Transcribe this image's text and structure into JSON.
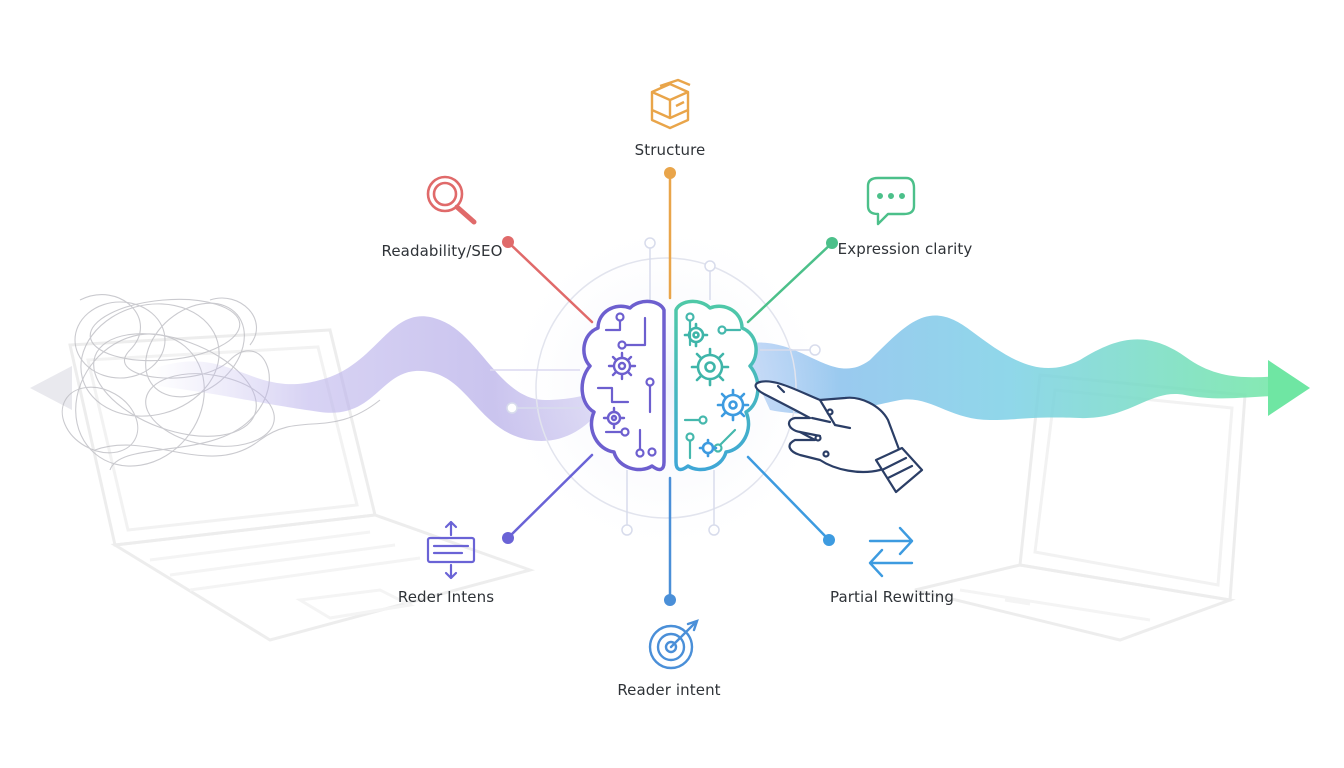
{
  "diagram": {
    "center": {
      "icon": "brain-with-gears-icon",
      "accent_left": "#6d5fcf",
      "accent_right": "#4fb8a8"
    },
    "nodes": [
      {
        "id": "structure",
        "label": "Structure",
        "icon": "boxes-icon",
        "color": "#e9a54a"
      },
      {
        "id": "readability",
        "label": "Readability/SEO",
        "icon": "magnifier-icon",
        "color": "#e06a6a"
      },
      {
        "id": "expression",
        "label": "Expression clarity",
        "icon": "chat-bubble-icon",
        "color": "#4cc08a"
      },
      {
        "id": "reader-intents",
        "label": "Reder Intens",
        "icon": "document-arrows-icon",
        "color": "#6a63d6"
      },
      {
        "id": "partial-rewriting",
        "label": "Partial Rewitting",
        "icon": "swap-arrows-icon",
        "color": "#3d9be0"
      },
      {
        "id": "reader-intent",
        "label": "Reader intent",
        "icon": "target-icon",
        "color": "#4a8fd8"
      }
    ],
    "flow": {
      "left_color": "#9c8fe0",
      "right_color_a": "#7cc9ef",
      "right_color_b": "#6fe6a3",
      "left_icon": "tangled-lines-icon",
      "right_icon": "flow-arrow-icon"
    },
    "background_icons": [
      "laptop-icon",
      "laptop-icon"
    ],
    "hand_icon": "robot-hand-icon"
  }
}
